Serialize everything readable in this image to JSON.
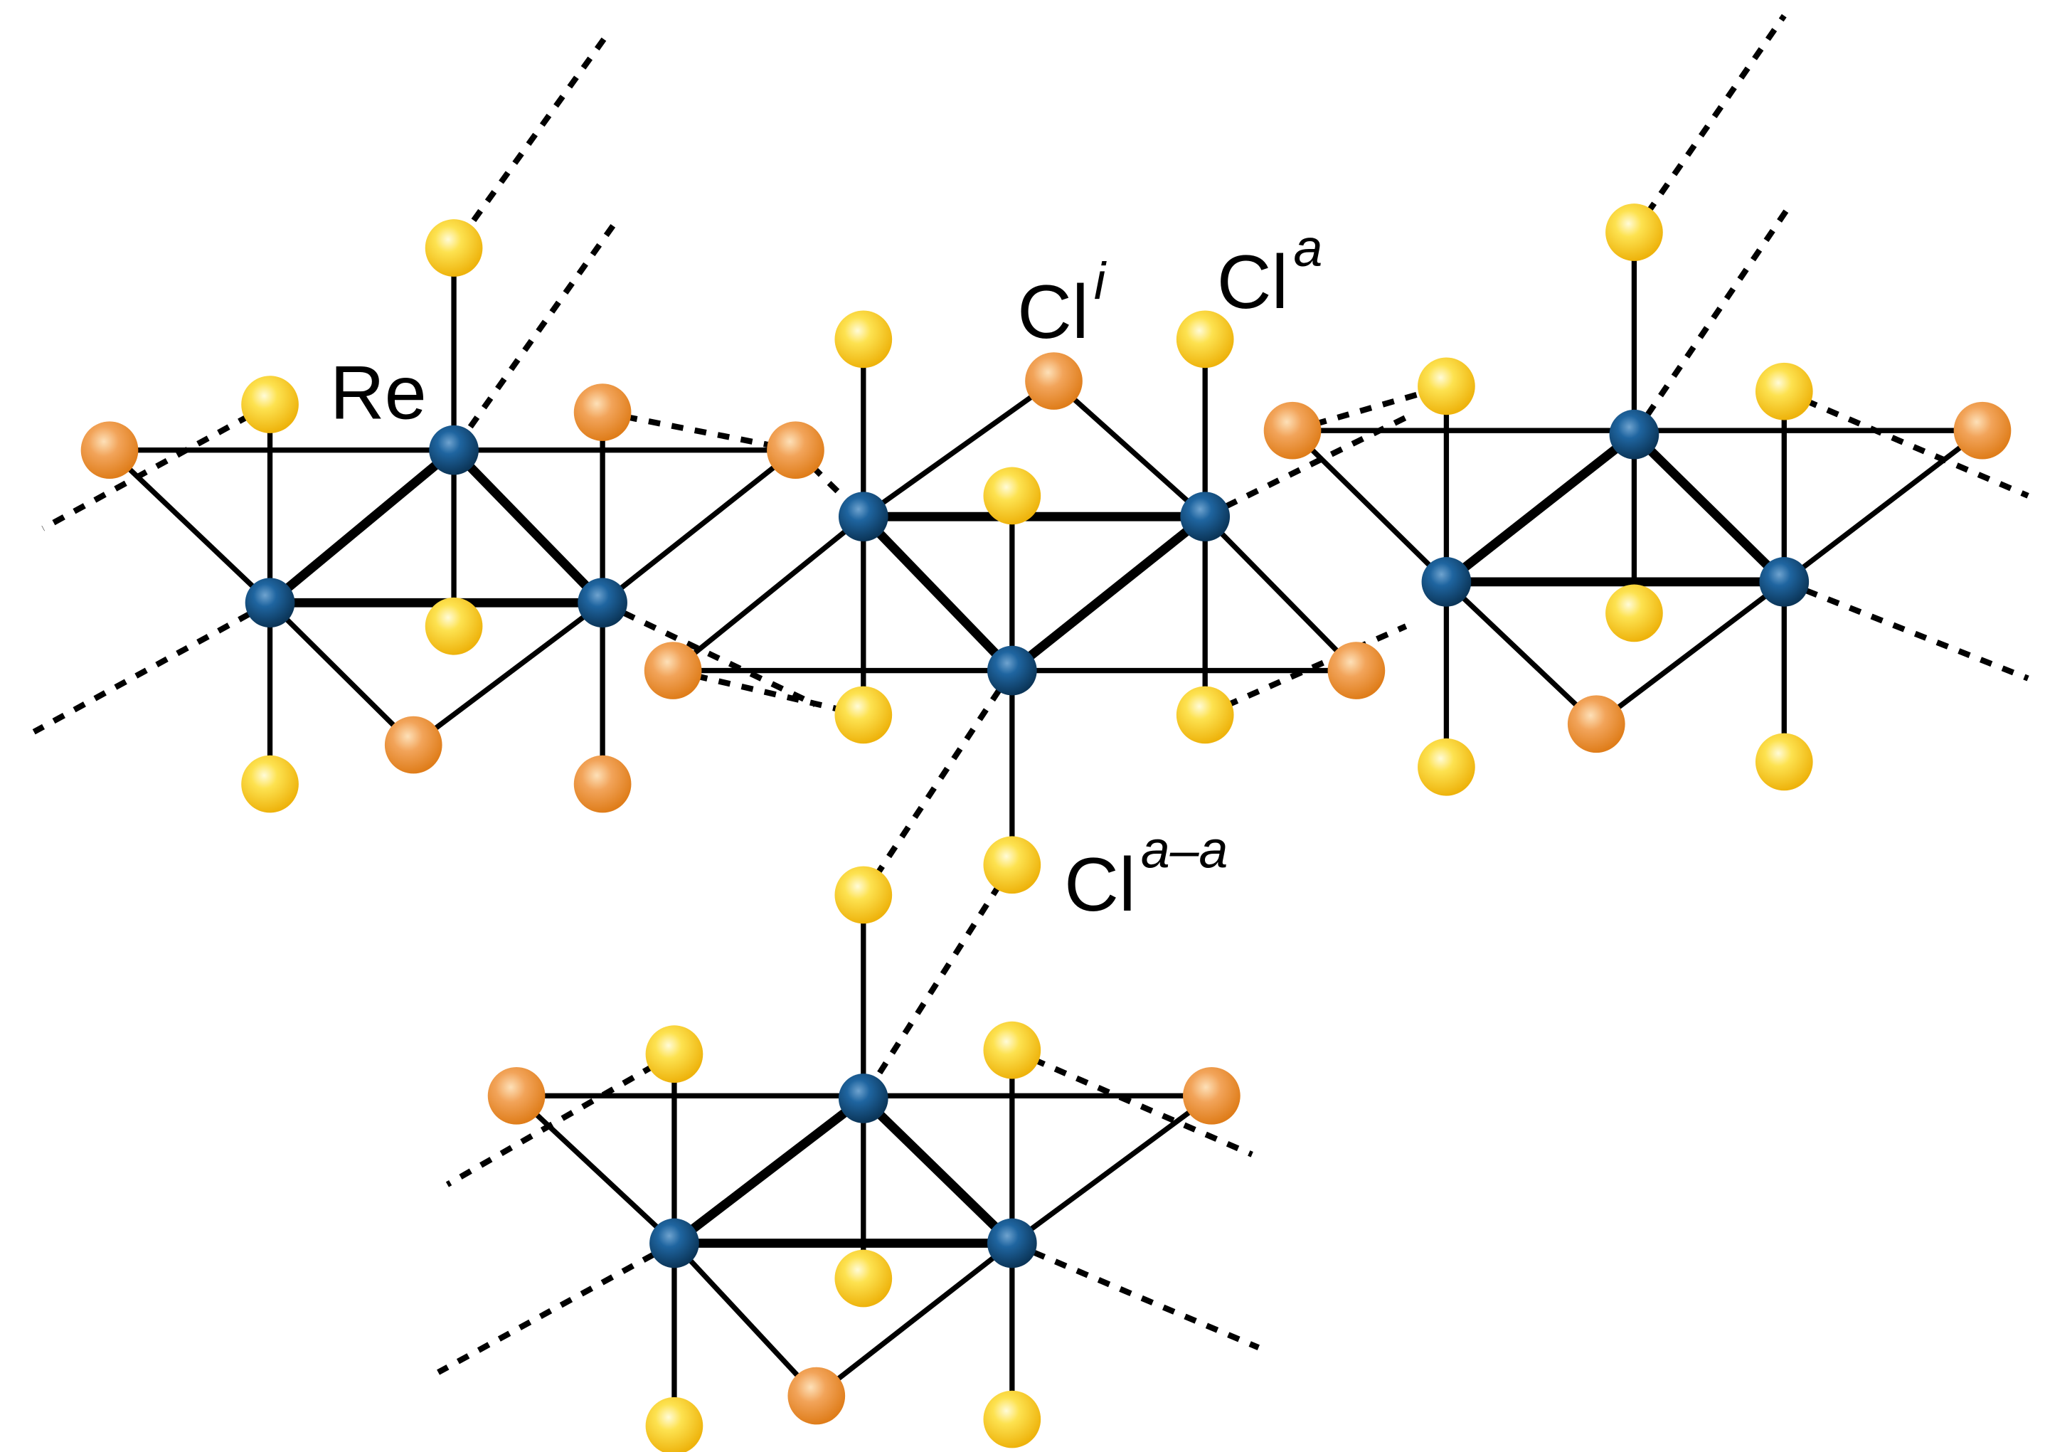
{
  "labels": {
    "re": "Re",
    "cl_inner": {
      "base": "Cl",
      "sup": "i"
    },
    "cl_apical": {
      "base": "Cl",
      "sup": "a"
    },
    "cl_bridging": {
      "base": "Cl",
      "sup": "a–a"
    }
  },
  "colors": {
    "re_atom": "#12517f",
    "cl_terminal": "#f5c21a",
    "cl_inner": "#e98e2a",
    "bond": "#000000",
    "background": "#ffffff"
  }
}
